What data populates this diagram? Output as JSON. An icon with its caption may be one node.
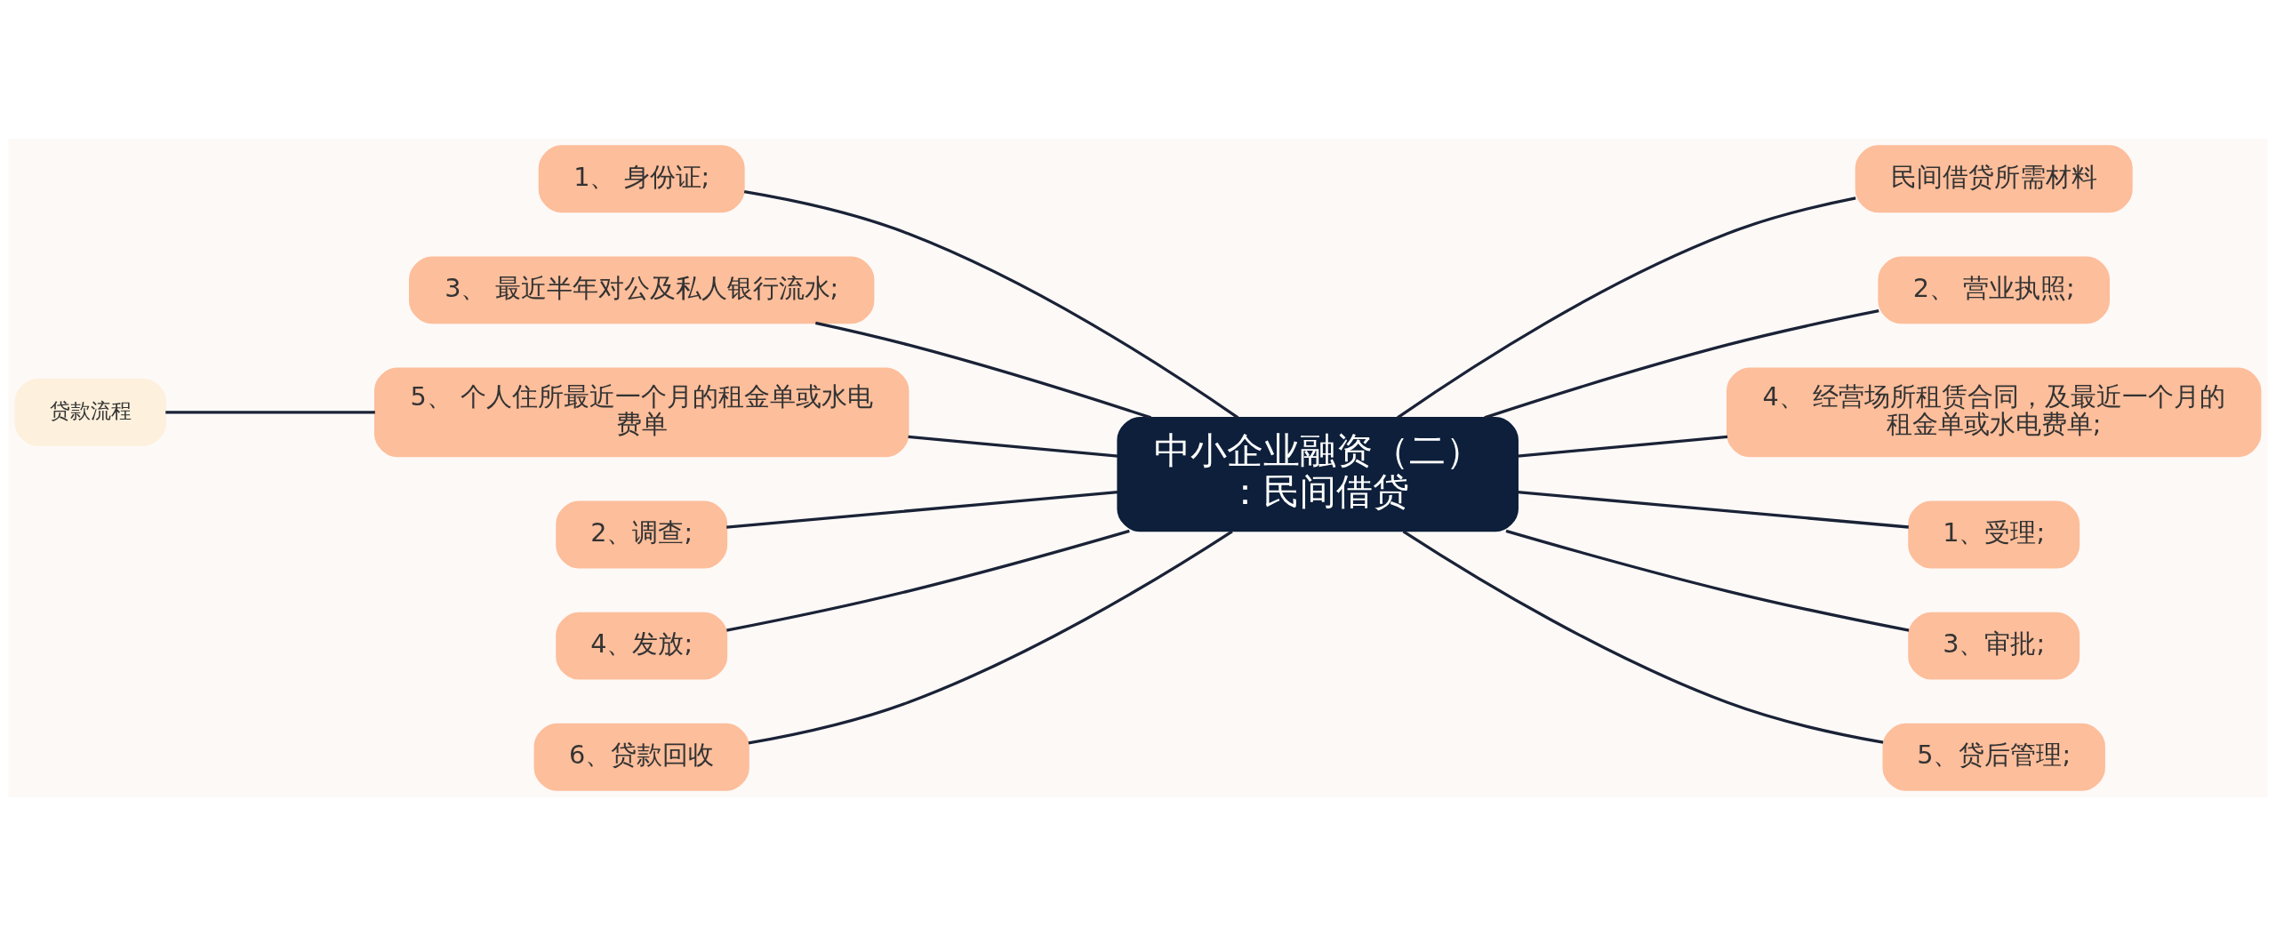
{
  "diagram": {
    "nodes": [
      {
        "text": [
          "中小企业融资（二）：民间借贷"
        ]
      },
      {
        "text": [
          "1、 身份证;"
        ]
      },
      {
        "text": [
          "3、 最近半年对公及私人银行流水;"
        ]
      },
      {
        "text": [
          "贷款流程"
        ]
      },
      {
        "text": [
          "5、 个人住所最近一个月的租金单或水电费单"
        ]
      },
      {
        "text": [
          "2、调查;"
        ]
      },
      {
        "text": [
          "4、发放;"
        ]
      },
      {
        "text": [
          "6、贷款回收"
        ]
      },
      {
        "text": [
          "民间借贷所需材料"
        ]
      },
      {
        "text": [
          "2、 营业执照;"
        ]
      },
      {
        "text": [
          "4、 经营场所租赁合同，及最近一个月的租金单或水电费单;"
        ]
      },
      {
        "text": [
          "1、受理;"
        ]
      },
      {
        "text": [
          "3、审批;"
        ]
      },
      {
        "text": [
          "5、贷后管理;"
        ]
      }
    ],
    "edges": [
      {
        "from": 1,
        "to": 0,
        "arrow": "none"
      },
      {
        "from": 2,
        "to": 0,
        "arrow": "none"
      },
      {
        "from": 3,
        "to": 4,
        "arrow": "none"
      },
      {
        "from": 4,
        "to": 0,
        "arrow": "none"
      },
      {
        "from": 5,
        "to": 0,
        "arrow": "none"
      },
      {
        "from": 6,
        "to": 0,
        "arrow": "none"
      },
      {
        "from": 7,
        "to": 0,
        "arrow": "none"
      },
      {
        "from": 0,
        "to": 8,
        "arrow": "none"
      },
      {
        "from": 0,
        "to": 9,
        "arrow": "none"
      },
      {
        "from": 0,
        "to": 10,
        "arrow": "none"
      },
      {
        "from": 0,
        "to": 11,
        "arrow": "none"
      },
      {
        "from": 0,
        "to": 12,
        "arrow": "none"
      },
      {
        "from": 0,
        "to": 13,
        "arrow": "none"
      }
    ]
  }
}
